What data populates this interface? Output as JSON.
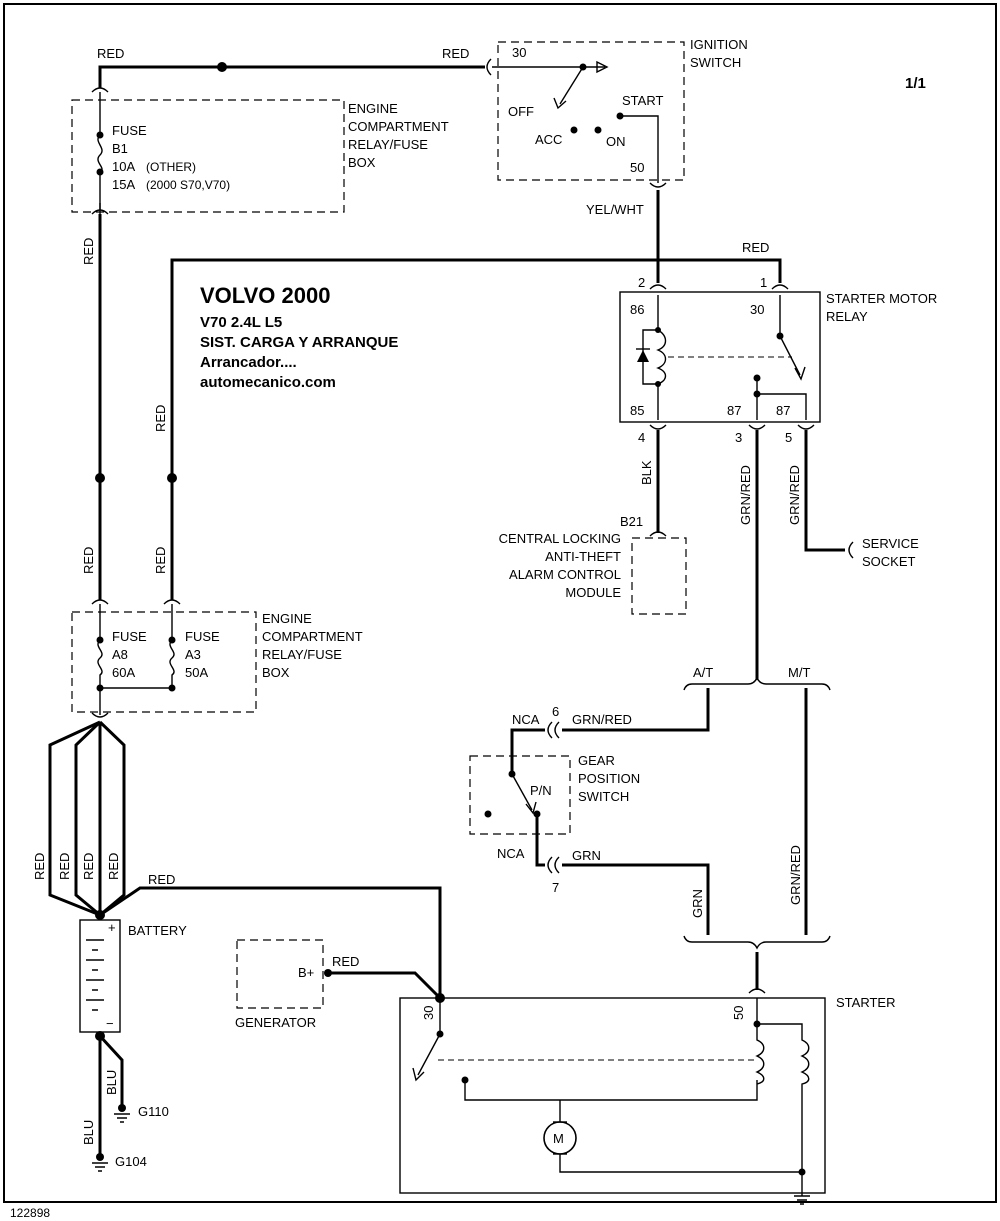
{
  "page": {
    "number": "1/1",
    "code": "122898"
  },
  "title": {
    "line1": "VOLVO 2000",
    "line2": "V70  2.4L  L5",
    "line3": "SIST. CARGA Y ARRANQUE",
    "line4": "Arrancador....",
    "line5": "automecanico.com"
  },
  "components": {
    "ignition_switch": {
      "label1": "IGNITION",
      "label2": "SWITCH",
      "pin30": "30",
      "pin50": "50",
      "off": "OFF",
      "acc": "ACC",
      "on": "ON",
      "start": "START"
    },
    "fuse_box_top": {
      "label1": "ENGINE",
      "label2": "COMPARTMENT",
      "label3": "RELAY/FUSE",
      "label4": "BOX",
      "fuse": "FUSE",
      "fuse_id": "B1",
      "rating1": "10A",
      "rating1_note": "(OTHER)",
      "rating2": "15A",
      "rating2_note": "(2000 S70,V70)"
    },
    "starter_relay": {
      "label1": "STARTER MOTOR",
      "label2": "RELAY",
      "pin86": "86",
      "pin85": "85",
      "pin30": "30",
      "pin87a": "87",
      "pin87b": "87",
      "conn1": "1",
      "conn2": "2",
      "conn3": "3",
      "conn4": "4",
      "conn5": "5"
    },
    "alarm_module": {
      "pin": "B21",
      "label1": "CENTRAL LOCKING",
      "label2": "ANTI-THEFT",
      "label3": "ALARM CONTROL",
      "label4": "MODULE"
    },
    "service_socket": {
      "label1": "SERVICE",
      "label2": "SOCKET"
    },
    "fuse_box_bottom": {
      "label1": "ENGINE",
      "label2": "COMPARTMENT",
      "label3": "RELAY/FUSE",
      "label4": "BOX",
      "fuse_a8": "FUSE",
      "fuse_a8_id": "A8",
      "fuse_a8_rating": "60A",
      "fuse_a3": "FUSE",
      "fuse_a3_id": "A3",
      "fuse_a3_rating": "50A"
    },
    "gear_switch": {
      "label1": "GEAR",
      "label2": "POSITION",
      "label3": "SWITCH",
      "pn": "P/N",
      "nca_top": "NCA",
      "nca_bottom": "NCA",
      "pin6": "6",
      "pin7": "7"
    },
    "battery": {
      "label": "BATTERY",
      "plus": "+",
      "minus": "−"
    },
    "generator": {
      "label": "GENERATOR",
      "bplus": "B+"
    },
    "starter": {
      "label": "STARTER",
      "pin30": "30",
      "pin50": "50",
      "motor": "M"
    },
    "grounds": {
      "g110": "G110",
      "g104": "G104"
    },
    "branch": {
      "at": "A/T",
      "mt": "M/T"
    }
  },
  "wires": {
    "red_top_left": "RED",
    "red_top_right": "RED",
    "red_left_vertical": "RED",
    "red_relay": "RED",
    "red_long": "RED",
    "red_mid_left": "RED",
    "red_mid_right": "RED",
    "yel_wht": "YEL/WHT",
    "blk": "BLK",
    "grn_red_3": "GRN/RED",
    "grn_red_5": "GRN/RED",
    "grn_red_gear": "GRN/RED",
    "grn_gear": "GRN",
    "grn_vertical": "GRN",
    "grn_red_mt": "GRN/RED",
    "red_batt1": "RED",
    "red_batt2": "RED",
    "red_batt3": "RED",
    "red_batt4": "RED",
    "red_batt_starter": "RED",
    "red_gen": "RED",
    "blu1": "BLU",
    "blu2": "BLU"
  }
}
